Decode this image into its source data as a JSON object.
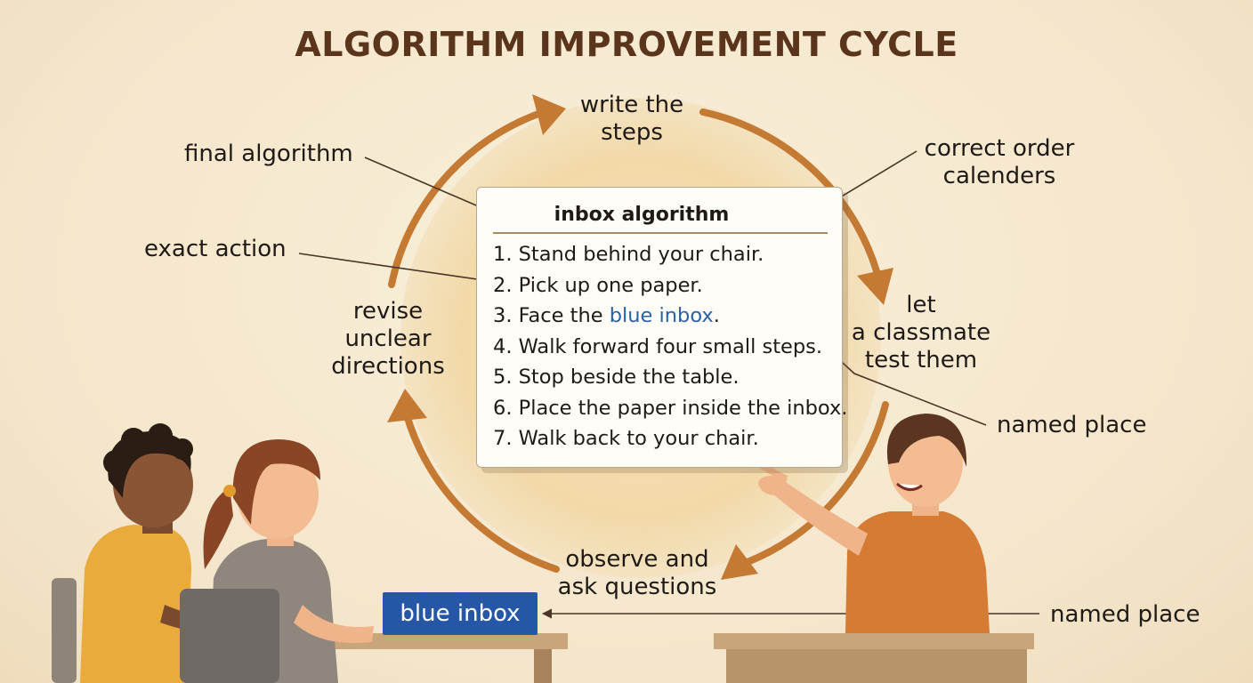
{
  "title": "ALGORITHM IMPROVEMENT CYCLE",
  "cycle": {
    "write_steps": "write the\nsteps",
    "test": "let\na classmate\ntest them",
    "observe": "observe and\nask questions",
    "revise": "revise\nunclear\ndirections"
  },
  "callouts": {
    "final_algorithm": "final algorithm",
    "exact_action": "exact action",
    "correct_order": "correct order\ncalenders",
    "named_place_1": "named place",
    "named_place_2": "named place"
  },
  "card": {
    "title": "inbox algorithm",
    "steps": [
      {
        "prefix": "1. Stand behind your chair.",
        "highlight": "",
        "suffix": ""
      },
      {
        "prefix": "2. Pick up one paper.",
        "highlight": "",
        "suffix": ""
      },
      {
        "prefix": "3. Face the ",
        "highlight": "blue inbox",
        "suffix": "."
      },
      {
        "prefix": "4. Walk forward four small steps.",
        "highlight": "",
        "suffix": ""
      },
      {
        "prefix": "5. Stop beside the table.",
        "highlight": "",
        "suffix": ""
      },
      {
        "prefix": "6. Place the paper inside the inbox.",
        "highlight": "",
        "suffix": ""
      },
      {
        "prefix": "7. Walk back to your chair.",
        "highlight": "",
        "suffix": ""
      }
    ]
  },
  "inbox_label": "blue inbox",
  "colors": {
    "background": "#f6ead3",
    "title": "#5a341b",
    "arrow": "#c47a33",
    "inbox": "#2557a6",
    "highlight_text": "#2a62a6",
    "circle_fill": "#f3dcae"
  },
  "icons": {
    "cycle_arrow": "curved-arrow-icon",
    "pointer": "thin-arrow-icon"
  }
}
